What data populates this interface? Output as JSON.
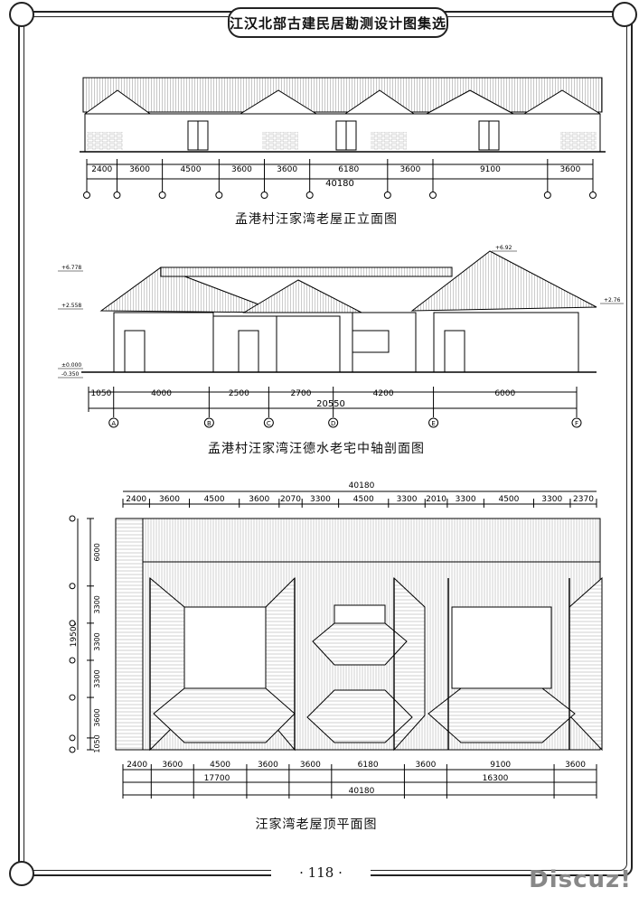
{
  "header": {
    "title": "江汉北部古建民居勘测设计图集选"
  },
  "drawings": {
    "elevation": {
      "caption": "孟港村汪家湾老屋正立面图",
      "dimensions": [
        "2400",
        "3600",
        "4500",
        "3600",
        "3600",
        "6180",
        "3600",
        "9100",
        "3600"
      ],
      "total": "40180"
    },
    "section": {
      "caption": "孟港村汪家湾汪德水老宅中轴剖面图",
      "dimensions": [
        "1050",
        "4000",
        "2500",
        "2700",
        "4200",
        "6000"
      ],
      "total": "20550",
      "axes": [
        "A",
        "B",
        "C",
        "D",
        "E",
        "F"
      ],
      "levels": [
        "+6.778",
        "+2.558",
        "±0.000",
        "-0.350",
        "+6.92",
        "+2.76"
      ]
    },
    "roof_plan": {
      "caption": "汪家湾老屋顶平面图",
      "top_total": "40180",
      "top_dimensions": [
        "2400",
        "3600",
        "4500",
        "3600",
        "2070",
        "3300",
        "4500",
        "3300",
        "2010",
        "3300",
        "4500",
        "3300",
        "2370"
      ],
      "side_dimensions": [
        "6000",
        "3300",
        "3300",
        "3300",
        "3600",
        "1050"
      ],
      "side_total": "19500",
      "bottom_dimensions": [
        "2400",
        "3600",
        "4500",
        "3600",
        "3600",
        "6180",
        "3600",
        "9100",
        "3600"
      ],
      "bottom_subtotals": [
        "17700",
        "16300"
      ],
      "bottom_total": "40180"
    }
  },
  "footer": {
    "page_number": "· 118 ·"
  },
  "watermark": "Discuz!"
}
